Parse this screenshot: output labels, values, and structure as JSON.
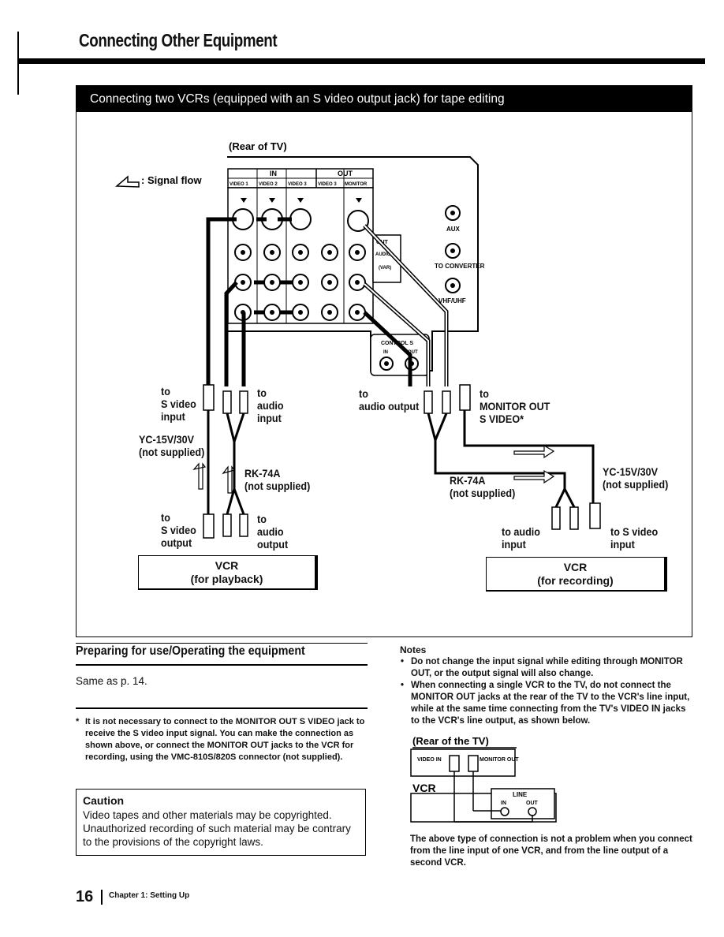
{
  "page": {
    "heading": "Connecting Other Equipment",
    "page_number": "16",
    "chapter": "Chapter 1: Setting Up"
  },
  "panel": {
    "title": "Connecting two VCRs (equipped with an S video output jack) for tape editing",
    "rear_label": "(Rear of TV)",
    "signal_flow": ": Signal flow",
    "tv_labels": {
      "in": "IN",
      "out": "OUT",
      "video1": "VIDEO 1",
      "video2": "VIDEO 2",
      "video3": "VIDEO 3",
      "video3_out": "VIDEO 3",
      "monitor": "MONITOR",
      "aux": "AUX",
      "to_converter": "TO CONVERTER",
      "vhf_uhf": "VHF/UHF",
      "control": "CONTROL S",
      "ctrl_in": "IN",
      "ctrl_out": "OUT",
      "out_box": "OUT",
      "audio_box": "AUDIO",
      "var": "(VAR)"
    },
    "left": {
      "to_s_video_input": [
        "to",
        "S video",
        "input"
      ],
      "to_audio_input": [
        "to",
        "audio",
        "input"
      ],
      "yc_cable": [
        "YC-15V/30V",
        "(not supplied)"
      ],
      "rk_cable": [
        "RK-74A",
        "(not supplied)"
      ],
      "to_s_video_output": [
        "to",
        "S video",
        "output"
      ],
      "to_audio_output": [
        "to",
        "audio",
        "output"
      ],
      "vcr": [
        "VCR",
        "(for playback)"
      ]
    },
    "right": {
      "to_audio_output": [
        "to",
        "audio output"
      ],
      "to_monitor_out": [
        "to",
        "MONITOR OUT",
        "S VIDEO*"
      ],
      "yc_cable": [
        "YC-15V/30V",
        "(not supplied)"
      ],
      "rk_cable": [
        "RK-74A",
        "(not supplied)"
      ],
      "to_audio_input": [
        "to audio",
        "input"
      ],
      "to_s_video_input": [
        "to S video",
        "input"
      ],
      "vcr": [
        "VCR",
        "(for recording)"
      ]
    }
  },
  "preparing": {
    "title": "Preparing for use/Operating the equipment",
    "text": "Same as p. 14."
  },
  "footnote": {
    "bullet": "*",
    "text": "It is not necessary to connect to the MONITOR OUT S VIDEO jack to receive the S video input signal. You can make the connection as shown above, or connect the MONITOR OUT jacks to the VCR for recording, using the VMC-810S/820S connector (not supplied)."
  },
  "caution": {
    "title": "Caution",
    "text": "Video tapes and other materials may be copyrighted. Unauthorized recording of such material may be contrary to the provisions of the copyright laws."
  },
  "notes": {
    "title": "Notes",
    "items": [
      "Do not change the input signal while editing through MONITOR OUT, or the output signal will also change.",
      "When connecting a single VCR to the TV, do not connect the MONITOR OUT jacks at the rear of the TV to the VCR's line input, while at the same time connecting from the TV's VIDEO IN jacks to the VCR's line output, as shown below."
    ],
    "small_diagram": {
      "rear_label": "(Rear of the TV)",
      "video_in": "VIDEO IN",
      "monitor_out": "MONITOR OUT",
      "vcr": "VCR",
      "line": "LINE",
      "in": "IN",
      "out": "OUT"
    },
    "after": "The above type of connection is not a problem when you connect from the line input of one VCR, and from the line output of a second VCR."
  }
}
